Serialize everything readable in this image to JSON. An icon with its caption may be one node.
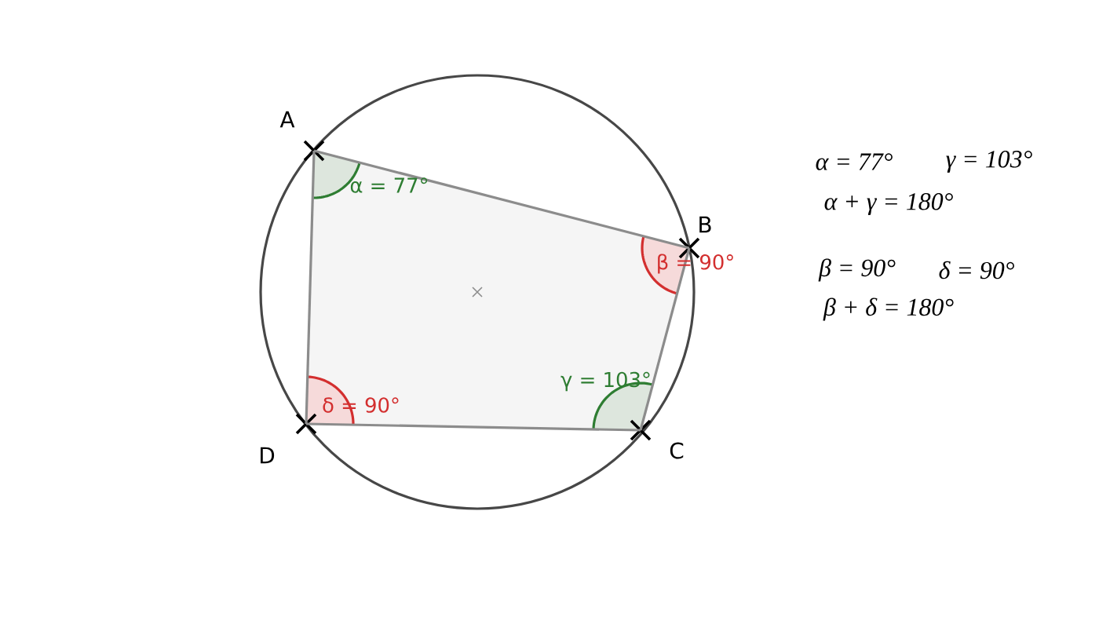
{
  "diagram": {
    "nodes": [
      {
        "text": [
          "A"
        ]
      },
      {
        "text": [
          "B"
        ]
      },
      {
        "text": [
          "C"
        ]
      },
      {
        "text": [
          "D"
        ]
      }
    ],
    "edges": [
      {
        "from": 0,
        "to": 1,
        "arrow": "none"
      },
      {
        "from": 1,
        "to": 2,
        "arrow": "none"
      },
      {
        "from": 2,
        "to": 3,
        "arrow": "none"
      },
      {
        "from": 3,
        "to": 0,
        "arrow": "none"
      }
    ],
    "labels": [
      "α = 77°",
      "β = 90°",
      "γ = 103°",
      "δ = 90°",
      "α = 77°",
      "γ = 103°",
      "α + γ = 180°",
      "β = 90°",
      "δ = 90°",
      "β + δ = 180°"
    ]
  }
}
